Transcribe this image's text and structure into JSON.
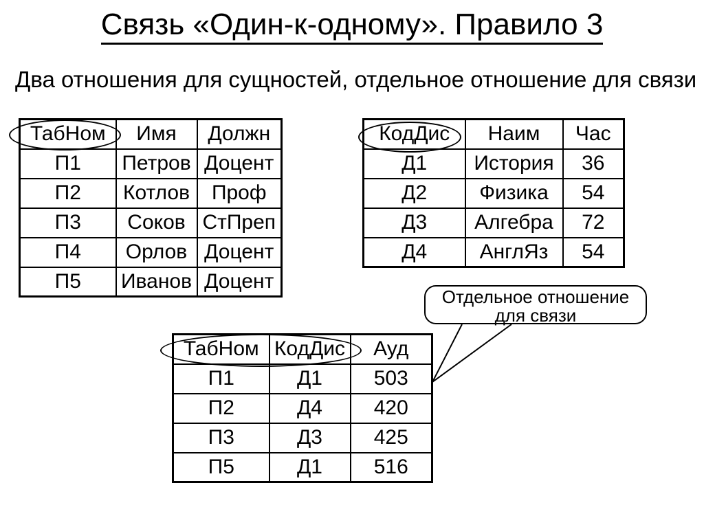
{
  "page": {
    "title": "Связь «Один-к-одному». Правило 3",
    "subtitle": "Два отношения для сущностей, отдельное отношение для связи"
  },
  "tables": {
    "teachers": {
      "headers": [
        "ТабНом",
        "Имя",
        "Должн"
      ],
      "circled_key": "ТабНом",
      "rows": [
        [
          "П1",
          "Петров",
          "Доцент"
        ],
        [
          "П2",
          "Котлов",
          "Проф"
        ],
        [
          "П3",
          "Соков",
          "СтПреп"
        ],
        [
          "П4",
          "Орлов",
          "Доцент"
        ],
        [
          "П5",
          "Иванов",
          "Доцент"
        ]
      ]
    },
    "disciplines": {
      "headers": [
        "КодДис",
        "Наим",
        "Час"
      ],
      "circled_key": "КодДис",
      "rows": [
        [
          "Д1",
          "История",
          "36"
        ],
        [
          "Д2",
          "Физика",
          "54"
        ],
        [
          "Д3",
          "Алгебра",
          "72"
        ],
        [
          "Д4",
          "АнглЯз",
          "54"
        ]
      ]
    },
    "link": {
      "headers": [
        "ТабНом",
        "КодДис",
        "Ауд"
      ],
      "circled_key": "ТабНом, КодДис",
      "rows": [
        [
          "П1",
          "Д1",
          "503"
        ],
        [
          "П2",
          "Д4",
          "420"
        ],
        [
          "П3",
          "Д3",
          "425"
        ],
        [
          "П5",
          "Д1",
          "516"
        ]
      ]
    }
  },
  "callout": {
    "line1": "Отдельное отношение",
    "line2": "для связи"
  },
  "colors": {
    "background": "#ffffff",
    "text": "#000000",
    "border": "#000000"
  }
}
